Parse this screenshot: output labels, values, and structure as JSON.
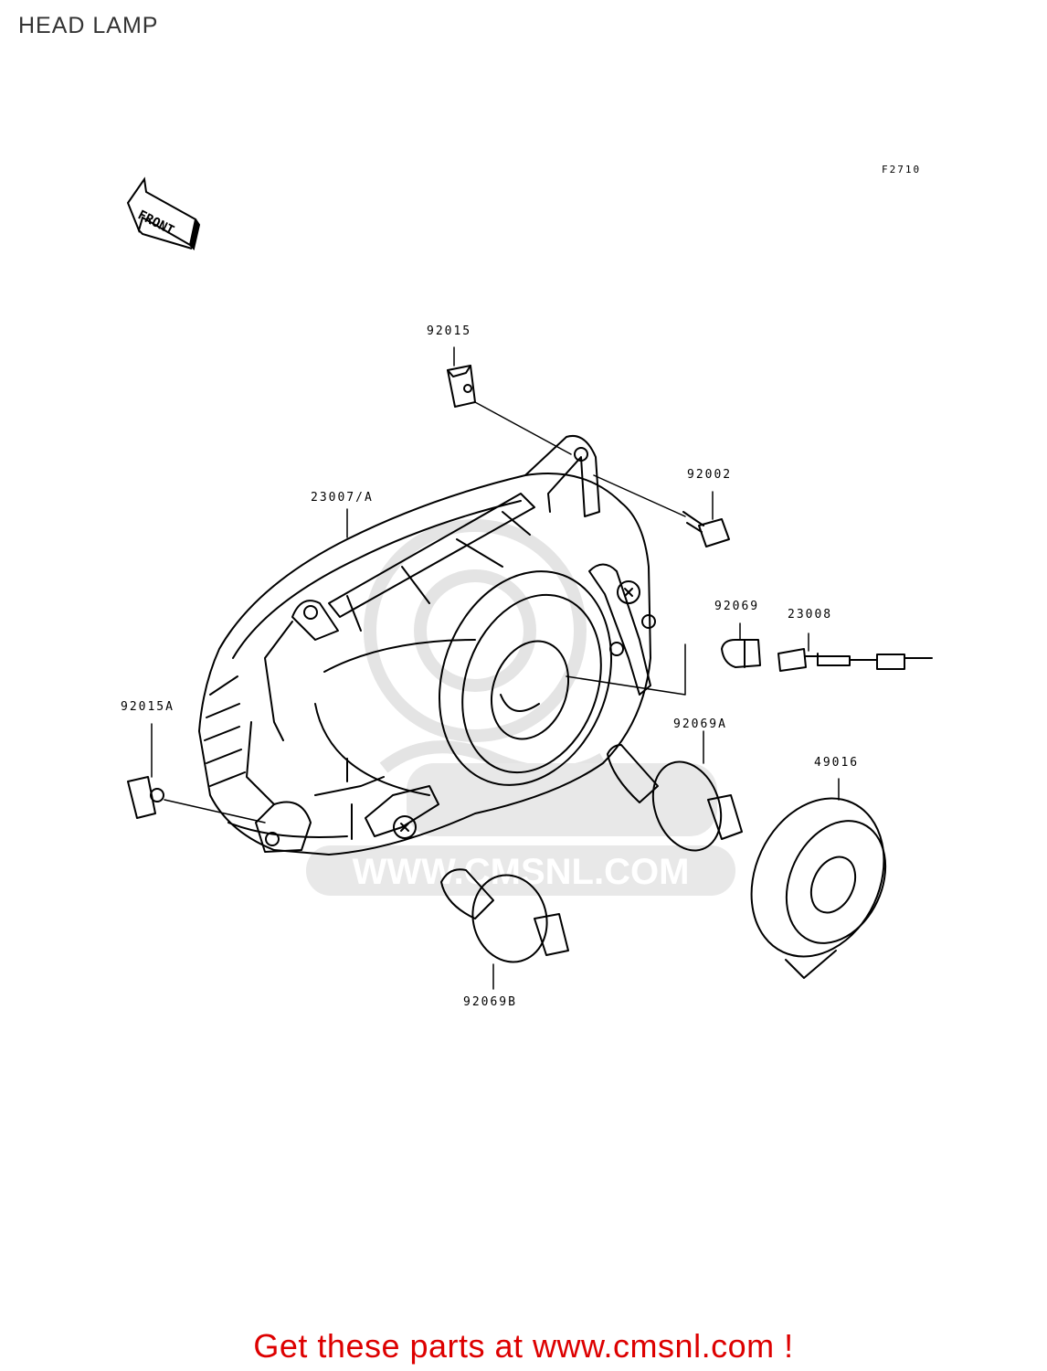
{
  "page": {
    "title": "HEAD LAMP"
  },
  "diagram": {
    "figure_code": "F2710",
    "front_arrow_text": "FRONT",
    "watermark": {
      "text": "WWW.CMSNL.COM"
    },
    "parts": [
      {
        "id": "p1",
        "label": "92015"
      },
      {
        "id": "p2",
        "label": "92002"
      },
      {
        "id": "p3",
        "label": "23007/A"
      },
      {
        "id": "p4",
        "label": "92069"
      },
      {
        "id": "p5",
        "label": "23008"
      },
      {
        "id": "p6",
        "label": "92015A"
      },
      {
        "id": "p7",
        "label": "92069A"
      },
      {
        "id": "p8",
        "label": "49016"
      },
      {
        "id": "p9",
        "label": "92069B"
      }
    ]
  },
  "footer": {
    "link_text": "Get these parts at www.cmsnl.com !",
    "color": "#dd0000"
  },
  "colors": {
    "line": "#000000",
    "watermark": "#e6e6e6",
    "background": "#ffffff"
  }
}
